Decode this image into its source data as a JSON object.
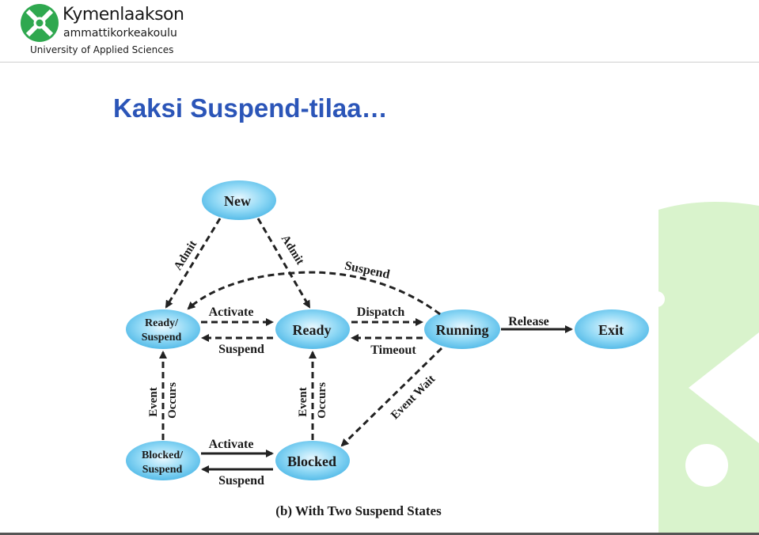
{
  "header": {
    "logo_name": "Kymenlaakson",
    "logo_subname": "ammattikorkeakoulu",
    "logo_tagline": "University of Applied Sciences"
  },
  "slide": {
    "title": "Kaksi Suspend-tilaa…"
  },
  "diagram": {
    "states": {
      "new": "New",
      "ready_suspend_1": "Ready/",
      "ready_suspend_2": "Suspend",
      "ready": "Ready",
      "running": "Running",
      "exit": "Exit",
      "blocked_suspend_1": "Blocked/",
      "blocked_suspend_2": "Suspend",
      "blocked": "Blocked"
    },
    "transitions": {
      "admit_left": "Admit",
      "admit_right": "Admit",
      "suspend_running": "Suspend",
      "activate_top": "Activate",
      "suspend_ready": "Suspend",
      "dispatch": "Dispatch",
      "timeout": "Timeout",
      "release": "Release",
      "event_wait": "Event Wait",
      "event_occurs_left_1": "Event",
      "event_occurs_left_2": "Occurs",
      "event_occurs_mid_1": "Event",
      "event_occurs_mid_2": "Occurs",
      "activate_bottom": "Activate",
      "suspend_blocked": "Suspend"
    },
    "caption": "(b) With Two Suspend States"
  },
  "colors": {
    "title": "#2b55b8",
    "node_fill": "#5fc3ea",
    "logo_green": "#2fa84f",
    "deco_green": "#d9f3cc"
  }
}
